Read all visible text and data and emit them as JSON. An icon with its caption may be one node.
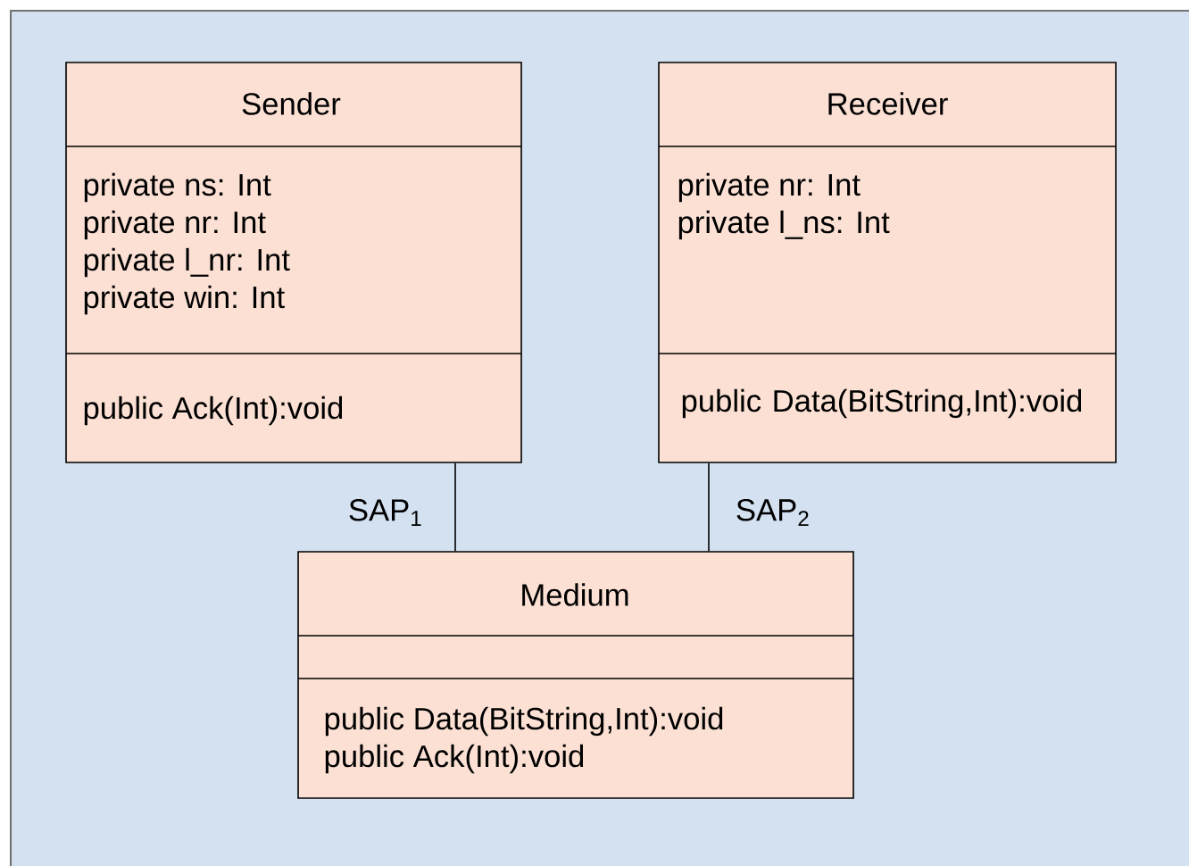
{
  "diagram": {
    "nodes": [
      {
        "text": [
          "Sender",
          "private ns: Int",
          "private nr: Int",
          "private l_nr: Int",
          "private win: Int",
          "public Ack(Int):void"
        ]
      },
      {
        "text": [
          "Receiver",
          "private nr: Int",
          "private l_ns: Int",
          "public Data(BitString,Int):void"
        ]
      },
      {
        "text": [
          "Medium",
          "public Data(BitString,Int):void",
          "public Ack(Int):void"
        ]
      }
    ],
    "edges": [
      {
        "from": 0,
        "to": 2,
        "arrow": "none",
        "label": "SAP$_{1}$"
      },
      {
        "from": 1,
        "to": 2,
        "arrow": "none",
        "label": "SAP$_{2}$"
      }
    ]
  }
}
